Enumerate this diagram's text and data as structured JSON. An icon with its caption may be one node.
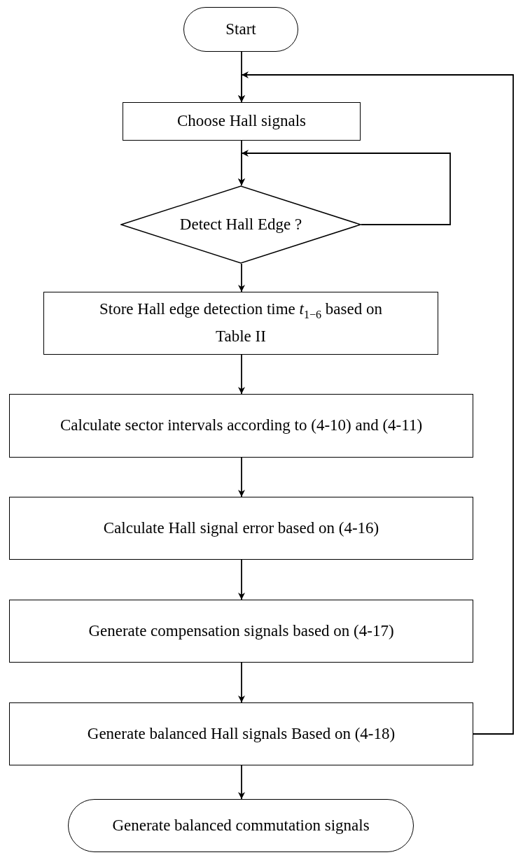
{
  "diagram": {
    "nodes": [
      {
        "text": [
          "Start"
        ]
      },
      {
        "text": [
          "Choose Hall signals"
        ]
      },
      {
        "text": [
          "Detect Hall Edge ?"
        ]
      },
      {
        "text": [
          "Store Hall edge detection time *t*$_{1−6}$ based on Table II"
        ]
      },
      {
        "text": [
          "Calculate sector intervals according to (4-10) and (4-11)"
        ]
      },
      {
        "text": [
          "Calculate Hall signal error based on (4-16)"
        ]
      },
      {
        "text": [
          "Generate compensation signals based on (4-17)"
        ]
      },
      {
        "text": [
          "Generate balanced Hall signals Based on (4-18)"
        ]
      },
      {
        "text": [
          "Generate balanced commutation signals"
        ]
      }
    ],
    "edges": [
      {
        "from": 0,
        "to": 1,
        "arrow": "to"
      },
      {
        "from": 1,
        "to": 2,
        "arrow": "to"
      },
      {
        "from": 2,
        "to": 2,
        "arrow": "to"
      },
      {
        "from": 2,
        "to": 3,
        "arrow": "to"
      },
      {
        "from": 3,
        "to": 4,
        "arrow": "to"
      },
      {
        "from": 4,
        "to": 5,
        "arrow": "to"
      },
      {
        "from": 5,
        "to": 6,
        "arrow": "to"
      },
      {
        "from": 6,
        "to": 7,
        "arrow": "to"
      },
      {
        "from": 7,
        "to": 8,
        "arrow": "to"
      },
      {
        "from": 7,
        "to": 1,
        "arrow": "to"
      }
    ]
  }
}
